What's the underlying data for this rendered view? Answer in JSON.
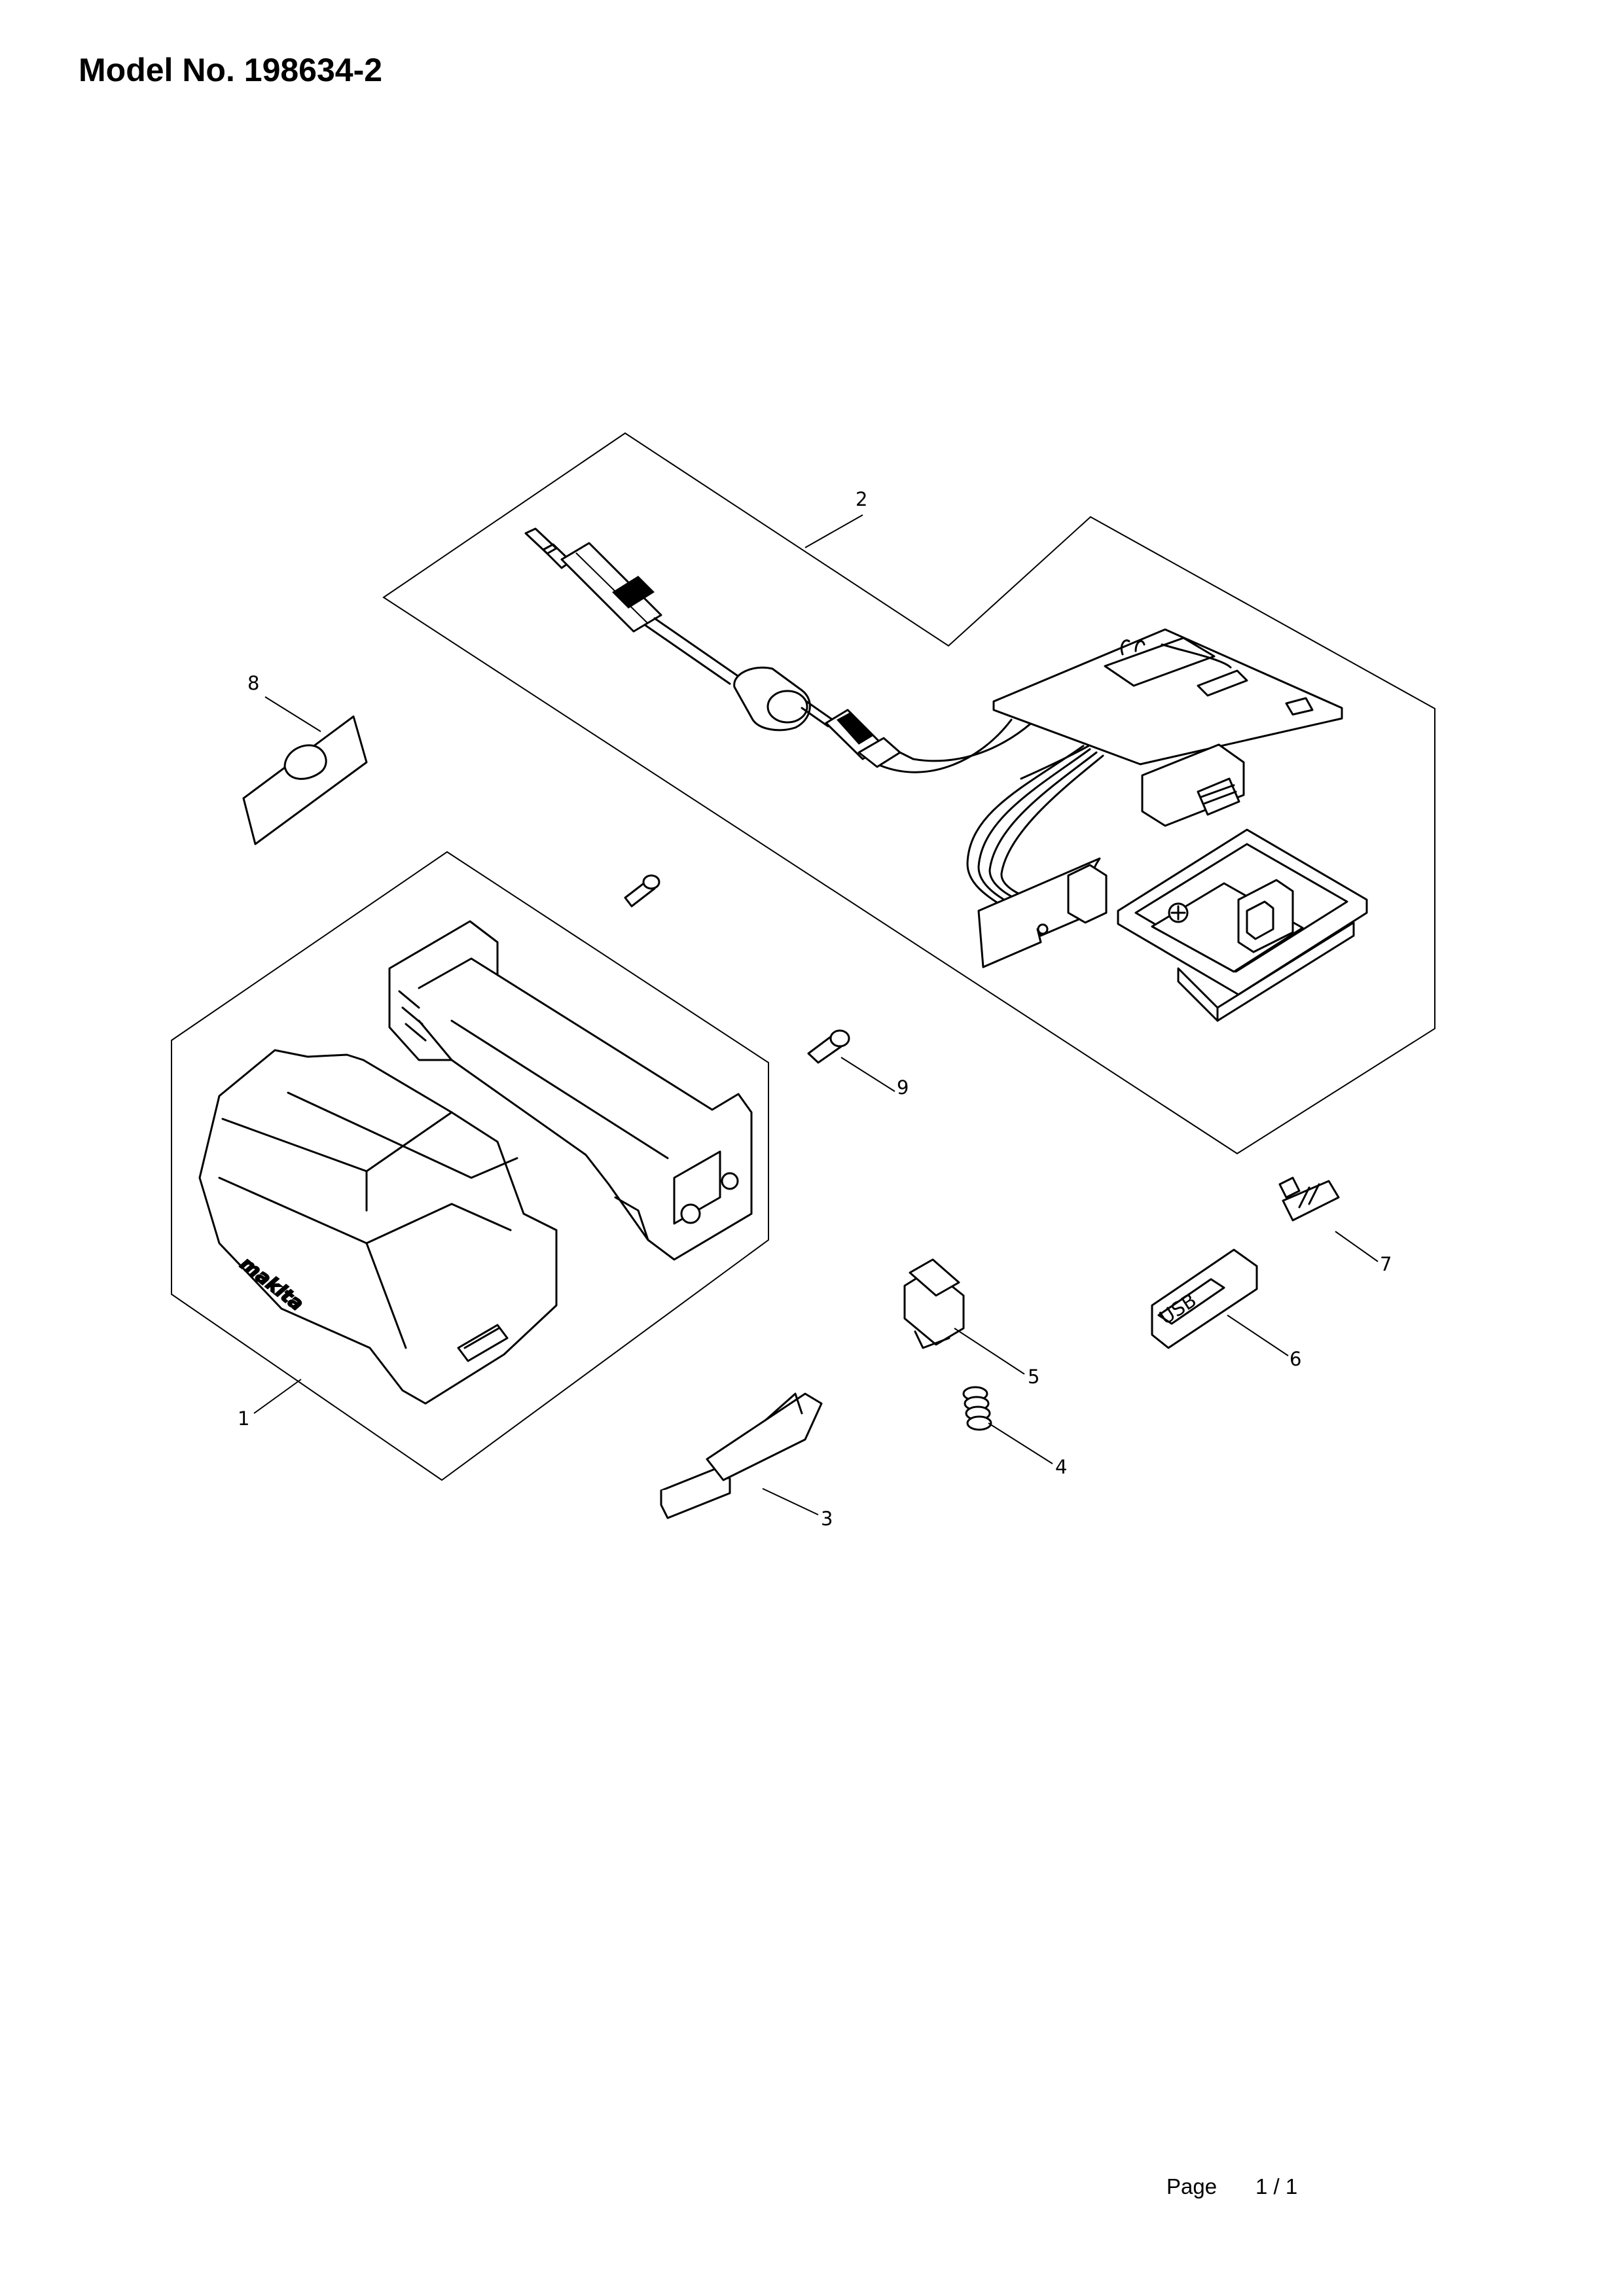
{
  "header": {
    "title": "Model No. 198634-2"
  },
  "diagram": {
    "callouts": [
      {
        "id": "1",
        "part": "housing"
      },
      {
        "id": "2",
        "part": "cord-and-circuit-assembly"
      },
      {
        "id": "3",
        "part": "lever"
      },
      {
        "id": "4",
        "part": "compression-spring"
      },
      {
        "id": "5",
        "part": "lock-button"
      },
      {
        "id": "6",
        "part": "usb-cover"
      },
      {
        "id": "7",
        "part": "small-cap"
      },
      {
        "id": "8",
        "part": "label"
      },
      {
        "id": "9",
        "part": "tapping-screw"
      }
    ],
    "housing_brand": "makita",
    "usb_marking": "USB"
  },
  "footer": {
    "page_label": "Page",
    "page_number": "1 / 1"
  }
}
